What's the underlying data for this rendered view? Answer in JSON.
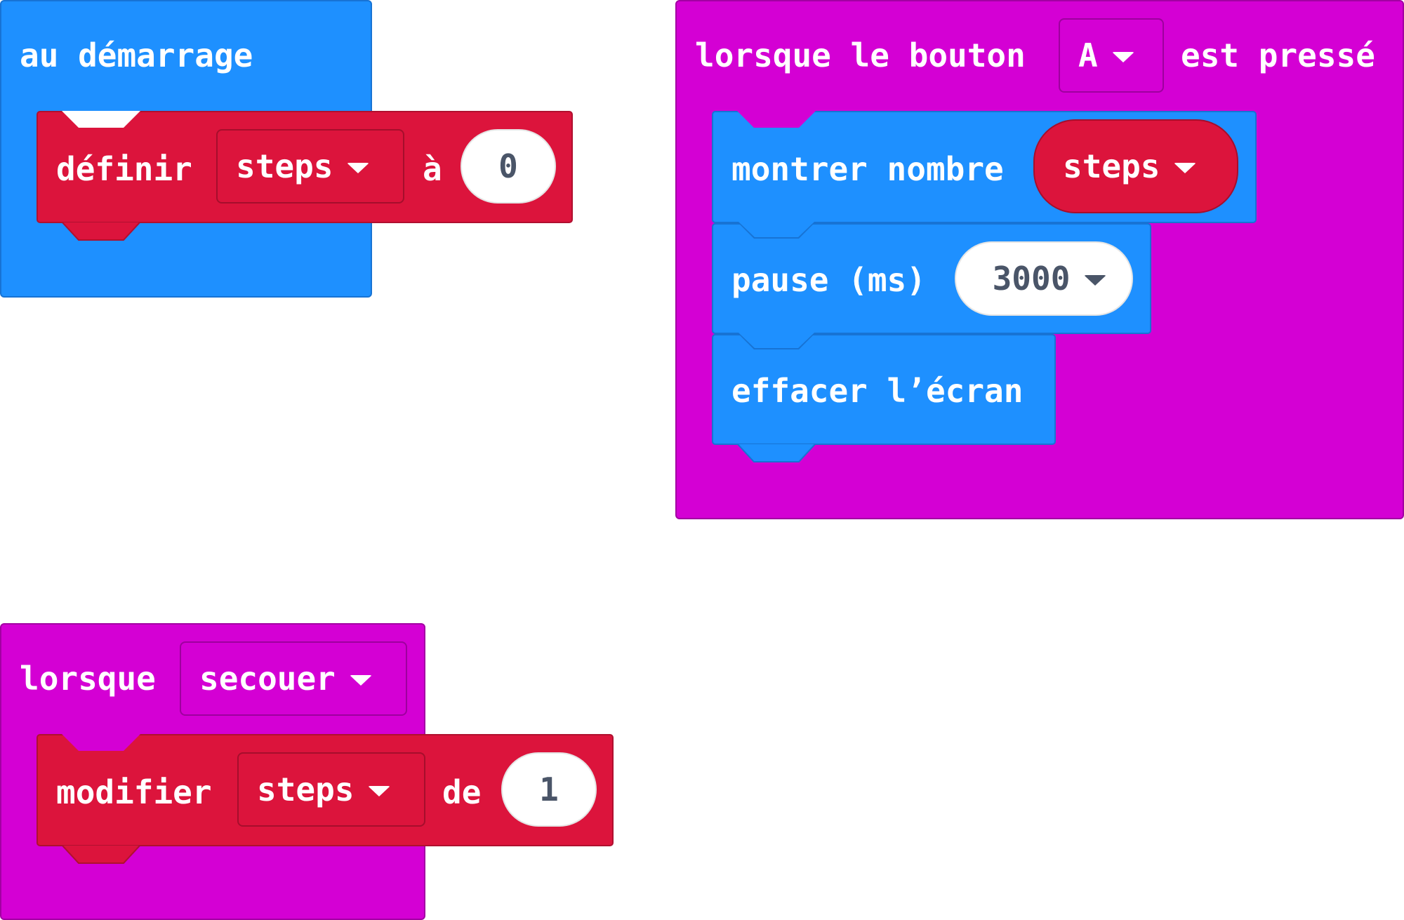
{
  "workspace": {
    "on_start": {
      "label": "au démarrage",
      "set_block": {
        "label": "définir",
        "variable": "steps",
        "to_label": "à",
        "value": "0"
      }
    },
    "on_button": {
      "label_before": "lorsque le bouton",
      "button": "A",
      "label_after": "est pressé",
      "show_number": {
        "label": "montrer nombre",
        "variable": "steps"
      },
      "pause": {
        "label": "pause (ms)",
        "value": "3000"
      },
      "clear": {
        "label": "effacer l’écran"
      }
    },
    "on_gesture": {
      "label": "lorsque",
      "gesture": "secouer",
      "change_block": {
        "label": "modifier",
        "variable": "steps",
        "by_label": "de",
        "value": "1"
      }
    }
  },
  "colors": {
    "basic_blue": "#1e90ff",
    "input_magenta": "#d400d4",
    "variables_red": "#dc143c"
  },
  "icons": [
    "dropdown-arrow-icon"
  ]
}
